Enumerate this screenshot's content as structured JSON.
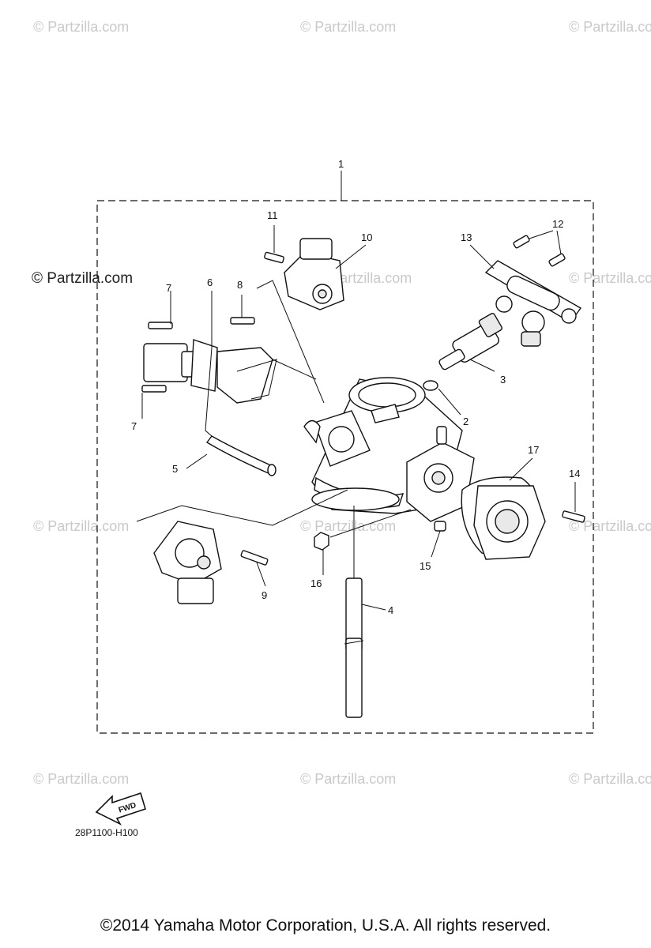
{
  "watermark": {
    "text": "© Partzilla.com"
  },
  "callouts": [
    "1",
    "2",
    "3",
    "4",
    "5",
    "6",
    "7",
    "7",
    "8",
    "9",
    "10",
    "11",
    "12",
    "13",
    "14",
    "15",
    "16",
    "17"
  ],
  "fwd_label": "FWD",
  "diagram_code": "28P1100-H100",
  "copyright": "©2014 Yamaha Motor Corporation, U.S.A. All rights reserved."
}
